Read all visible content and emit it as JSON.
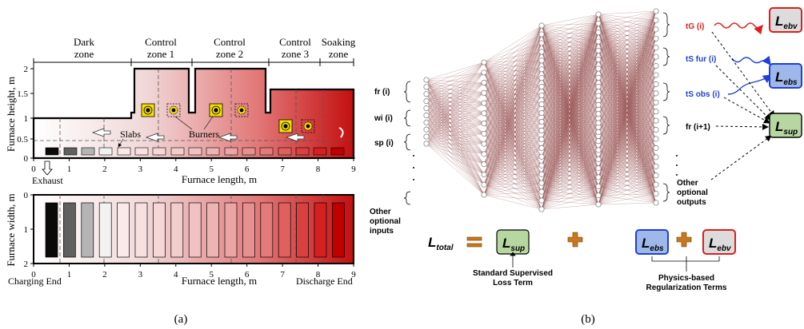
{
  "panel_a": {
    "caption": "(a)",
    "zones": [
      "Dark zone",
      "Control zone 1",
      "Control zone 2",
      "Control zone 3",
      "Soaking zone"
    ],
    "side_view": {
      "y_axis_label": "Furnace height, m",
      "x_axis_label": "Furnace length, m",
      "y_ticks": [
        "0",
        "0.5",
        "1",
        "1.5",
        "2"
      ],
      "x_ticks": [
        "0",
        "1",
        "2",
        "3",
        "4",
        "5",
        "6",
        "7",
        "8",
        "9"
      ],
      "labels": {
        "slabs": "Slabs",
        "burners": "Burners",
        "exhaust": "Exhaust"
      }
    },
    "top_view": {
      "y_axis_label": "Furnace width, m",
      "x_axis_label": "Furnace length, m",
      "y_ticks": [
        "0",
        "1",
        "2"
      ],
      "x_ticks": [
        "0",
        "1",
        "2",
        "3",
        "4",
        "5",
        "6",
        "7",
        "8",
        "9"
      ],
      "labels": {
        "charging_end": "Charging End",
        "discharge_end": "Discharge End"
      }
    },
    "colors": {
      "furnace_red": "#c81414",
      "slab_cold": "#0a0a0a",
      "slab_hot": "#c00000"
    }
  },
  "panel_b": {
    "caption": "(b)",
    "inputs": [
      "fr (i)",
      "wi (i)",
      "sp (i)",
      "Other",
      "optional",
      "inputs"
    ],
    "outputs": {
      "tG": "tG (i)",
      "tS_fur": "tS fur (i)",
      "tS_obs": "tS obs (i)",
      "fr_next": "fr (i+1)",
      "other": [
        "Other",
        "optional",
        "outputs"
      ]
    },
    "loss_boxes": {
      "ebv": "L",
      "ebv_sub": "ebv",
      "ebs": "L",
      "ebs_sub": "ebs",
      "sup": "L",
      "sup_sub": "sup"
    },
    "equation": {
      "total": "L",
      "total_sub": "total",
      "sup": "L",
      "sup_sub": "sup",
      "ebs": "L",
      "ebs_sub": "ebs",
      "ebv": "L",
      "ebv_sub": "ebv",
      "label_supervised": [
        "Standard Supervised",
        "Loss Term"
      ],
      "label_physics": [
        "Physics-based",
        "Regularization Terms"
      ]
    },
    "colors": {
      "edge": "#8a3a3a",
      "red": "#e41a1a",
      "blue": "#1f3fd6",
      "green_fill": "#b7d7a0",
      "blue_fill": "#9fb8ea",
      "grey_fill": "#dcdcdc",
      "plus": "#c8781e",
      "equals": "#c8781e"
    }
  }
}
